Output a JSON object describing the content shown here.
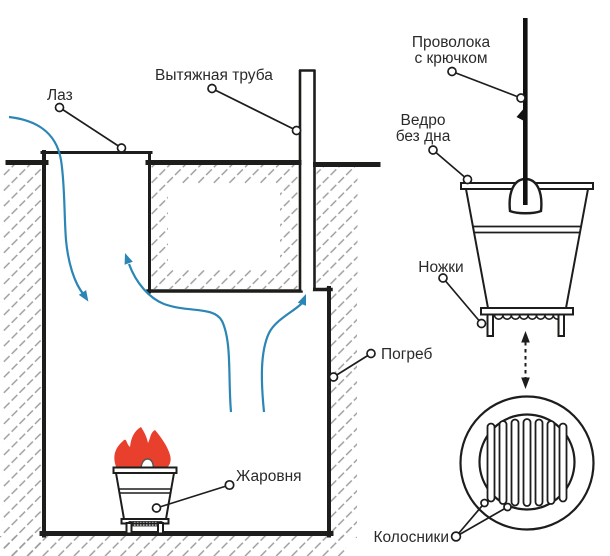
{
  "labels": {
    "hatch_opening": "Лаз",
    "exhaust_pipe": "Вытяжная труба",
    "cellar": "Погреб",
    "brazier": "Жаровня",
    "wire_with_hook": {
      "line1": "Проволока",
      "line2": "с крючком"
    },
    "bucket_no_bottom": {
      "line1": "Ведро",
      "line2": "без дна"
    },
    "legs": "Ножки",
    "grate_bars": "Колосники"
  },
  "colors": {
    "ink": "#1d1d1b",
    "airflow_blue": "#2b86b5",
    "flame_red": "#e8402c",
    "hatching_gray": "#9a9a9a",
    "label_text": "#2b2a29"
  }
}
